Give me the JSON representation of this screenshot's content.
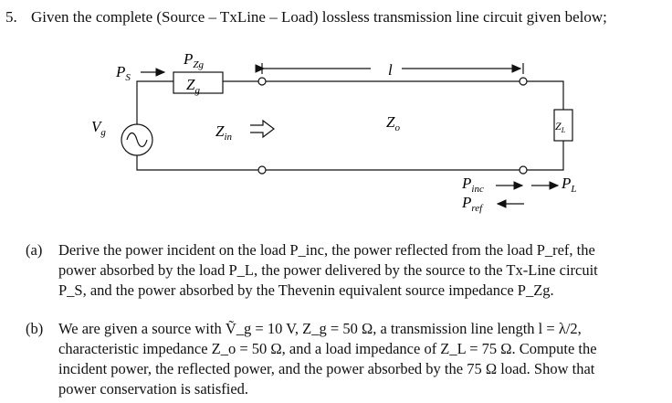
{
  "question": {
    "number": "5.",
    "statement": "Given the complete (Source – TxLine – Load) lossless transmission line circuit given below;"
  },
  "circuit": {
    "labels": {
      "p_zg": "P",
      "p_zg_sub": "Zg",
      "z_g": "Z",
      "z_g_sub": "g",
      "p_s": "P",
      "p_s_sub": "S",
      "v_g": "V",
      "v_g_sub": "g",
      "z_in": "Z",
      "z_in_sub": "in",
      "length": "l",
      "z_o": "Z",
      "z_o_sub": "o",
      "z_l": "Z",
      "z_l_sub": "L",
      "p_inc": "P",
      "p_inc_sub": "inc",
      "p_ref": "P",
      "p_ref_sub": "ref",
      "p_l": "P",
      "p_l_sub": "L"
    }
  },
  "parts": {
    "a": {
      "label": "(a)",
      "lines": [
        "Derive the power incident on the load P_inc, the power reflected from the load P_ref, the",
        "power absorbed by the load P_L, the power delivered by the source to the Tx-Line circuit",
        "P_S, and the power absorbed by the Thevenin equivalent source impedance P_Zg."
      ]
    },
    "b": {
      "label": "(b)",
      "lines": [
        "We are given a source with Ṽ_g = 10 V, Z_g = 50 Ω, a transmission line length l = λ/2,",
        "characteristic impedance Z_o = 50 Ω, and a load impedance of Z_L = 75 Ω. Compute the",
        "incident power, the reflected power, and the power absorbed by the 75 Ω load. Show that",
        "power conservation is satisfied."
      ]
    }
  }
}
